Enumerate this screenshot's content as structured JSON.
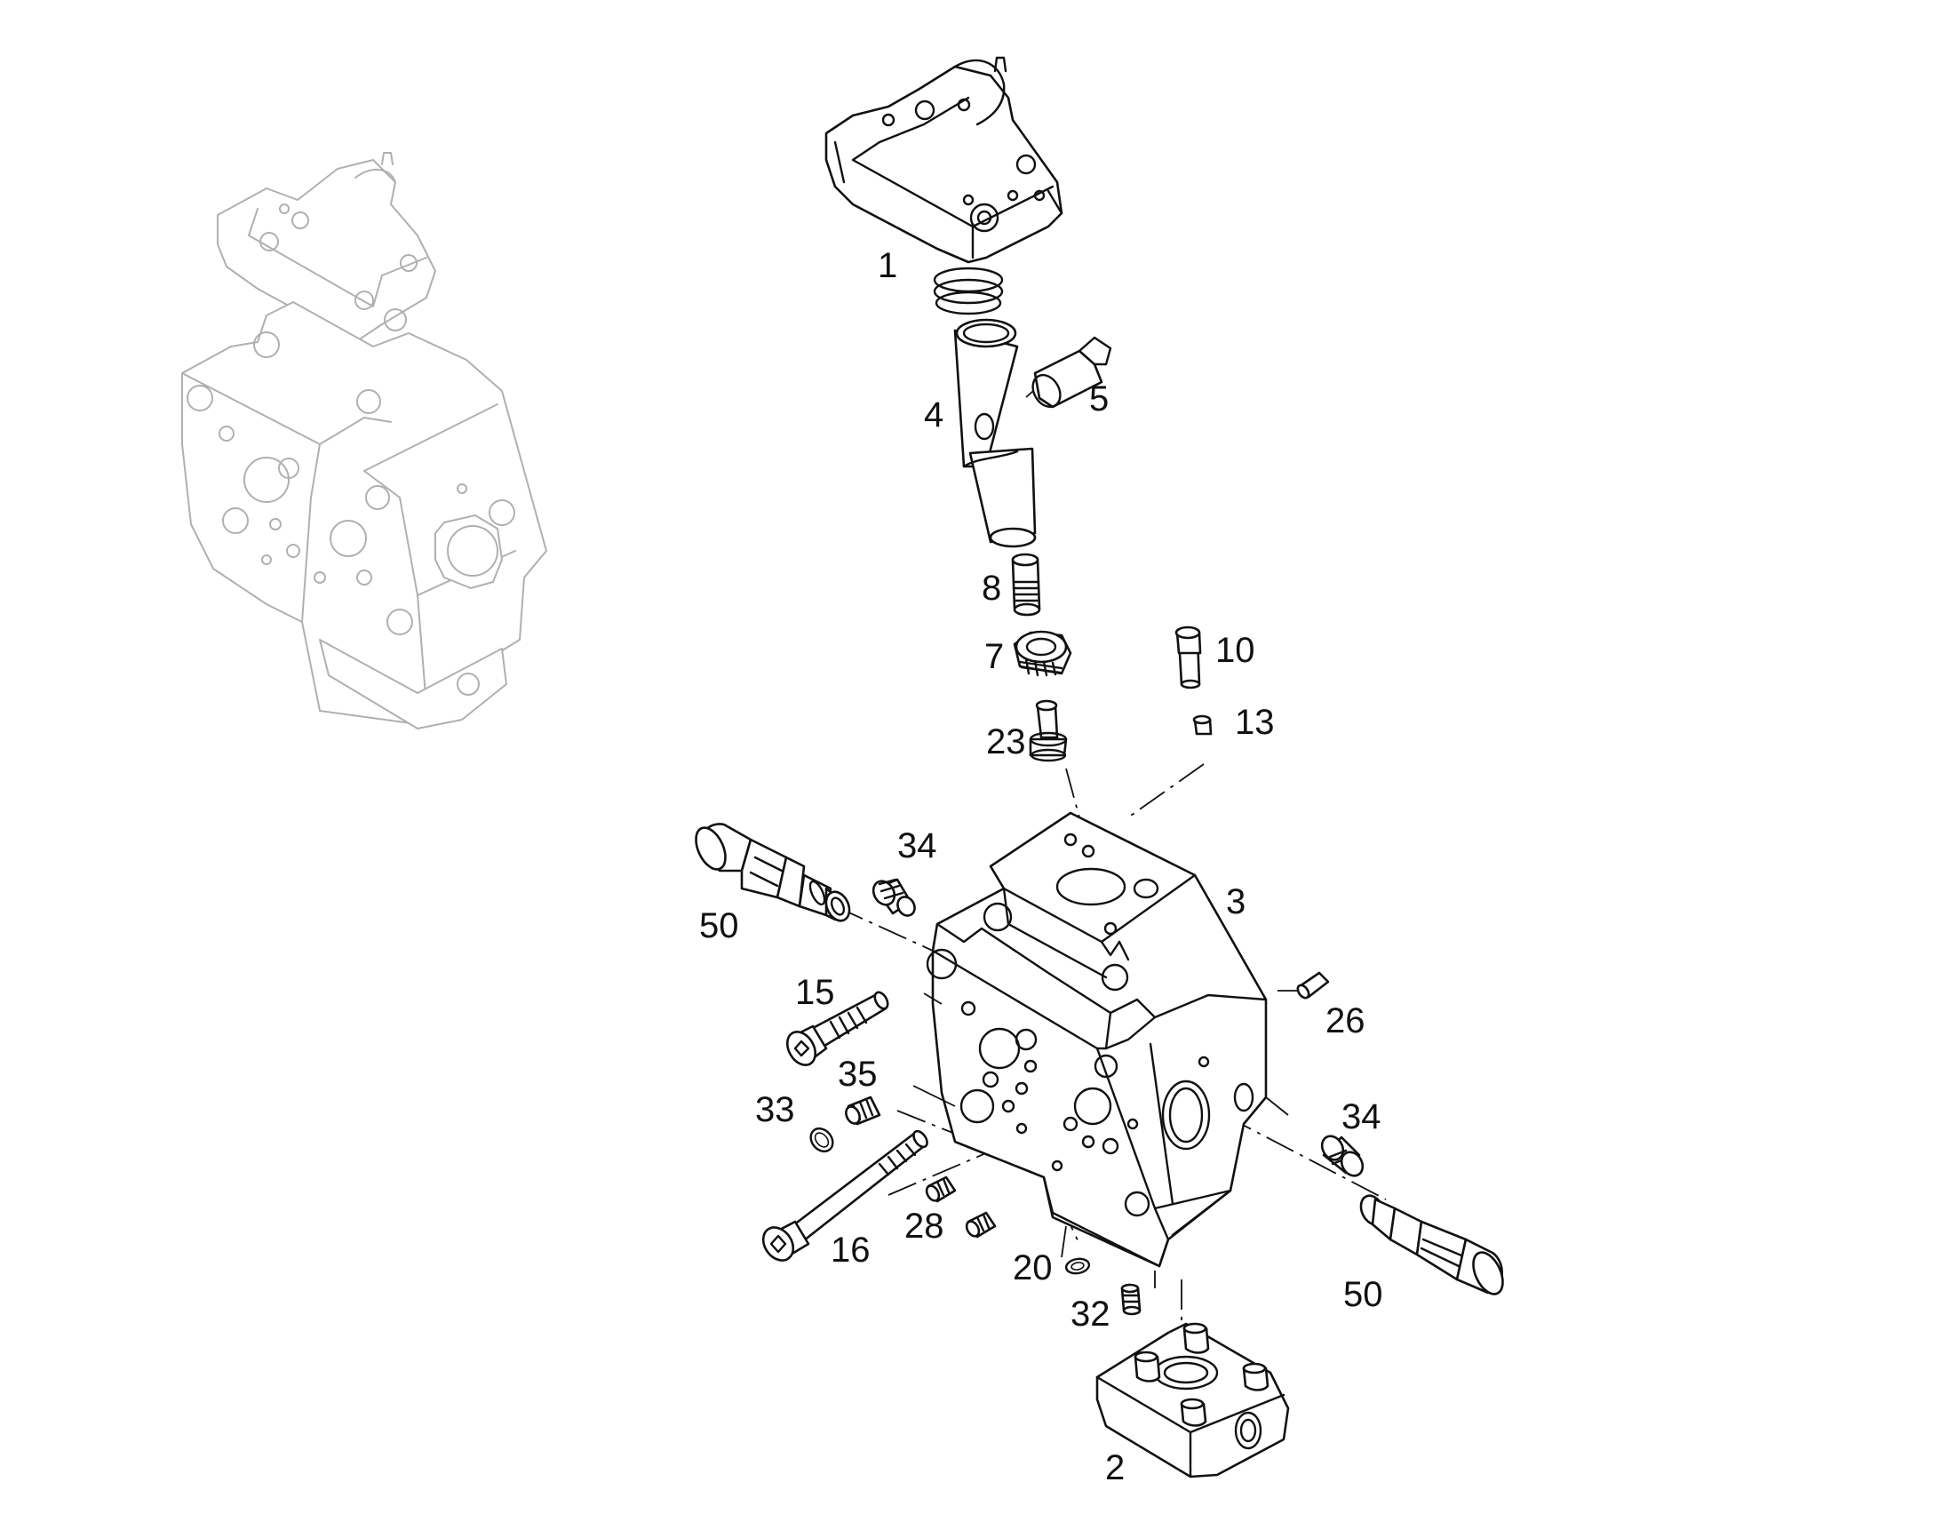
{
  "callouts": {
    "c1": "1",
    "c2": "2",
    "c3": "3",
    "c4": "4",
    "c5": "5",
    "c7": "7",
    "c8": "8",
    "c10": "10",
    "c13": "13",
    "c15": "15",
    "c16": "16",
    "c20": "20",
    "c23": "23",
    "c26": "26",
    "c28": "28",
    "c32": "32",
    "c33": "33",
    "c34a": "34",
    "c34b": "34",
    "c35": "35",
    "c50a": "50",
    "c50b": "50"
  }
}
